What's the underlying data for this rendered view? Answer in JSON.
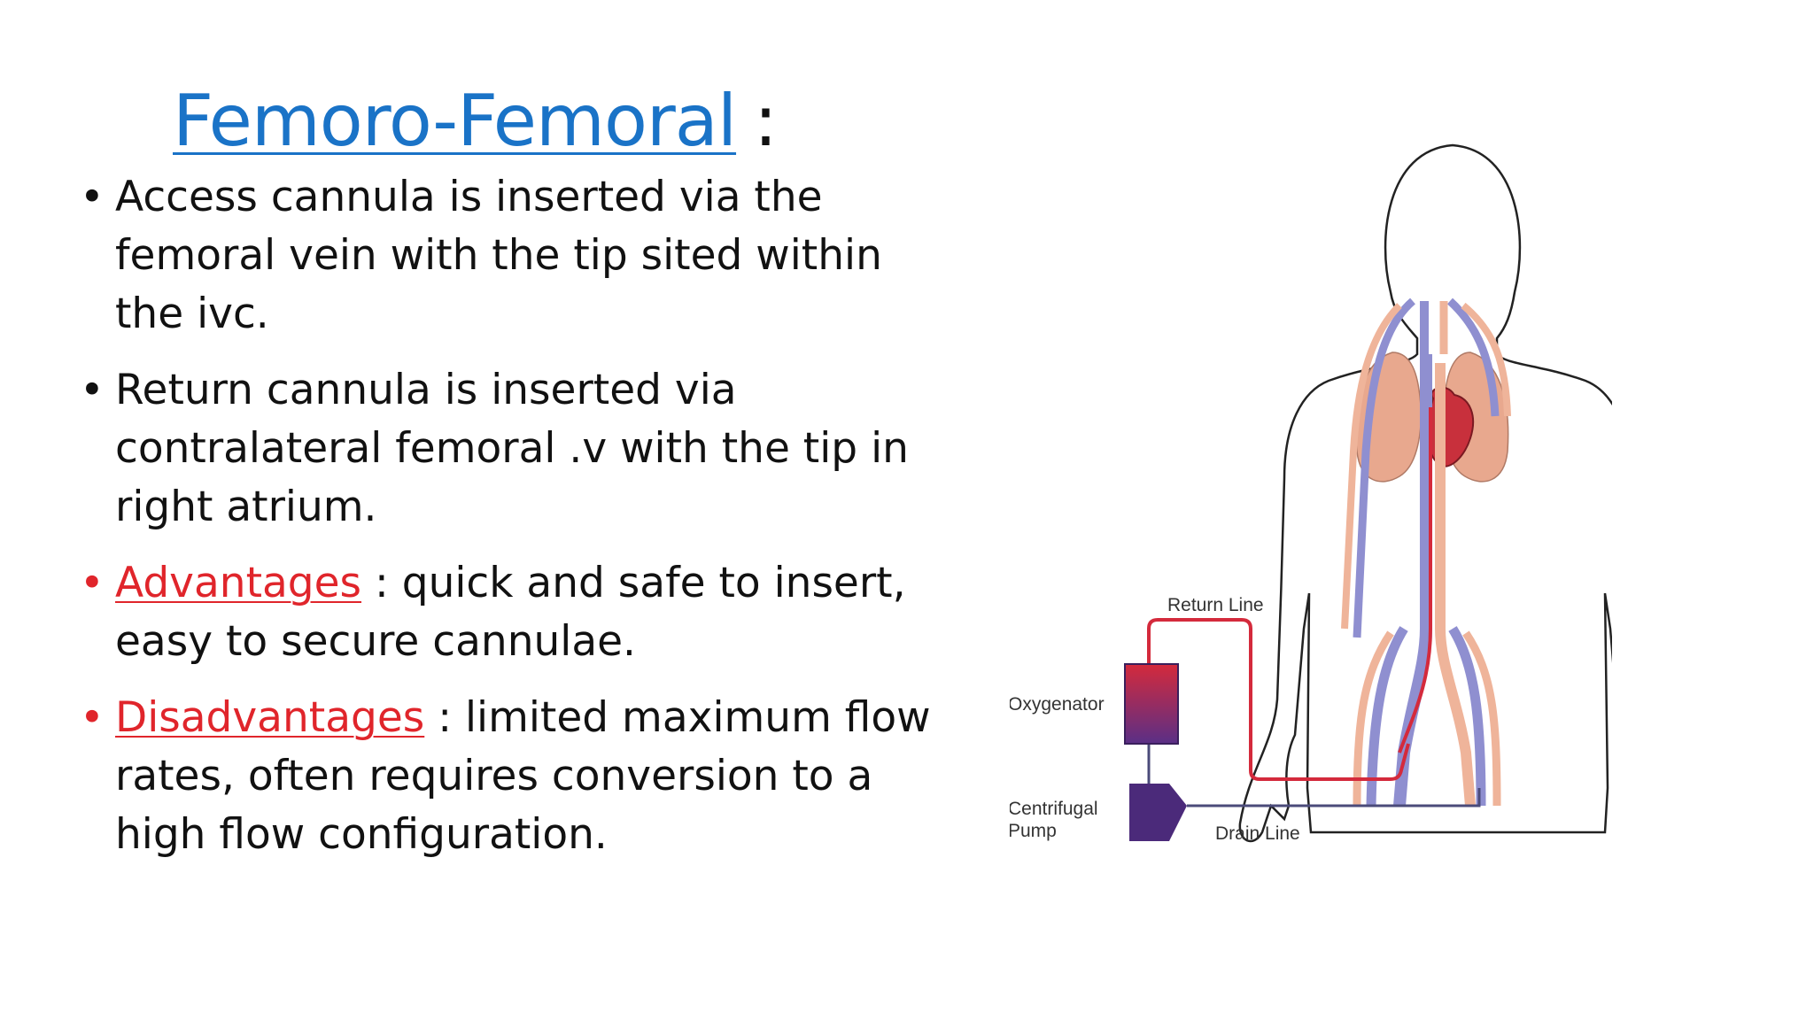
{
  "title": {
    "text": "Femoro-Femoral",
    "colon": ":"
  },
  "bullets": [
    {
      "lines": [
        "Access cannula is inserted via the",
        "femoral vein with the tip sited within",
        "the ivc."
      ]
    },
    {
      "lines": [
        "Return cannula is inserted via",
        "contralateral femoral .v with the tip in",
        "right atrium."
      ]
    },
    {
      "label": "Advantages",
      "rest_first": " : quick and safe to insert,",
      "lines": [
        "easy to secure cannulae."
      ]
    },
    {
      "label": "Disadvantages",
      "rest_first": " : limited maximum flow",
      "lines": [
        "rates, often requires conversion to a",
        "high flow configuration."
      ]
    }
  ],
  "bullet_glyph": "•",
  "diagram": {
    "labels": {
      "return_line": "Return Line",
      "oxygenator": "Oxygenator",
      "centrifugal": "Centrifugal",
      "pump": "Pump",
      "drain_line": "Drain Line"
    }
  },
  "colors": {
    "title_blue": "#1a73c7",
    "accent_red": "#e0252b",
    "vessel_red": "#d42a3c",
    "vessel_blue": "#8f8fd0",
    "artery_peach": "#efb49a",
    "lung": "#e8a88e",
    "pump_purple": "#4b2a7a"
  }
}
